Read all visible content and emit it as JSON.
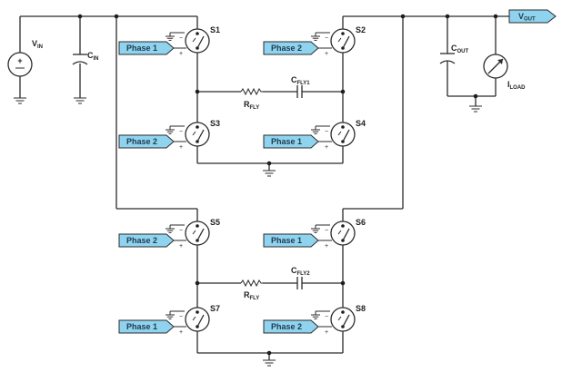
{
  "labels": {
    "vin": {
      "main": "V",
      "sub": "IN"
    },
    "cin": {
      "main": "C",
      "sub": "IN"
    },
    "vout": {
      "main": "V",
      "sub": "OUT"
    },
    "cout": {
      "main": "C",
      "sub": "OUT"
    },
    "iload": {
      "main": "I",
      "sub": "LOAD"
    },
    "cfly1": {
      "main": "C",
      "sub": "FLY1"
    },
    "cfly2": {
      "main": "C",
      "sub": "FLY2"
    },
    "rfly1": {
      "main": "R",
      "sub": "FLY"
    },
    "rfly2": {
      "main": "R",
      "sub": "FLY"
    },
    "source_sign": "+"
  },
  "switches": [
    {
      "id": "S1",
      "phase": "Phase 1"
    },
    {
      "id": "S2",
      "phase": "Phase 2"
    },
    {
      "id": "S3",
      "phase": "Phase 2"
    },
    {
      "id": "S4",
      "phase": "Phase 1"
    },
    {
      "id": "S5",
      "phase": "Phase 2"
    },
    {
      "id": "S6",
      "phase": "Phase 1"
    },
    {
      "id": "S7",
      "phase": "Phase 1"
    },
    {
      "id": "S8",
      "phase": "Phase 2"
    }
  ],
  "switch_pin_signs": {
    "minus": "−",
    "plus": "+"
  },
  "colors": {
    "tag_fill": "#8fd3ef",
    "wire": "#2b2b2b"
  }
}
